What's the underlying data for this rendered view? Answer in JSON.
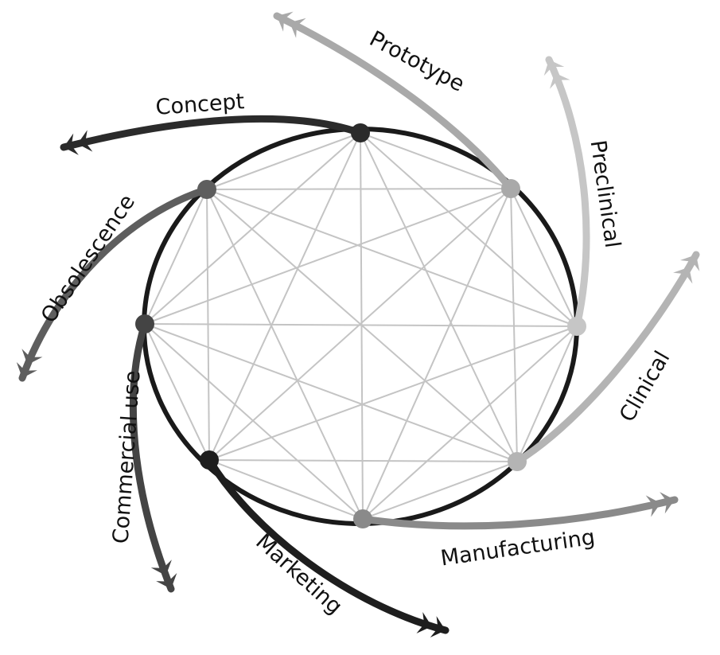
{
  "diagram": {
    "stages": [
      {
        "id": "concept",
        "label": "Concept",
        "color": "#2b2b2b"
      },
      {
        "id": "prototype",
        "label": "Prototype",
        "color": "#a9a9a9"
      },
      {
        "id": "preclinical",
        "label": "Preclinical",
        "color": "#c6c6c6"
      },
      {
        "id": "clinical",
        "label": "Clinical",
        "color": "#b4b4b4"
      },
      {
        "id": "manufacturing",
        "label": "Manufacturing",
        "color": "#8a8a8a"
      },
      {
        "id": "marketing",
        "label": "Marketing",
        "color": "#1e1e1e"
      },
      {
        "id": "commercial-use",
        "label": "Commercial use",
        "color": "#444444"
      },
      {
        "id": "obsolescence",
        "label": "Obsolescence",
        "color": "#5e5e5e"
      }
    ]
  }
}
